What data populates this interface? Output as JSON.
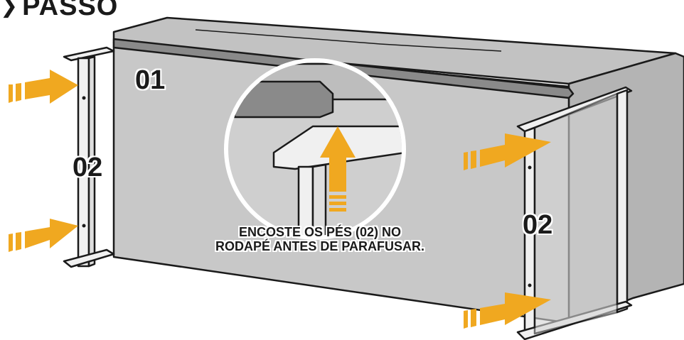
{
  "step": {
    "title": "PASSO",
    "chevron_icon": "chevron-right-icon"
  },
  "parts": {
    "panel": "01",
    "leg_left": "02",
    "leg_right": "02"
  },
  "instruction": {
    "line1": "ENCOSTE OS PÉS (02) NO",
    "line2": "RODAPÉ ANTES DE PARAFUSAR."
  },
  "colors": {
    "panel": "#c8c8c8",
    "leg": "#f0f0f0",
    "outline": "#1a1a1a",
    "arrow": "#f0a820",
    "skirting": "#8a8a8a"
  }
}
